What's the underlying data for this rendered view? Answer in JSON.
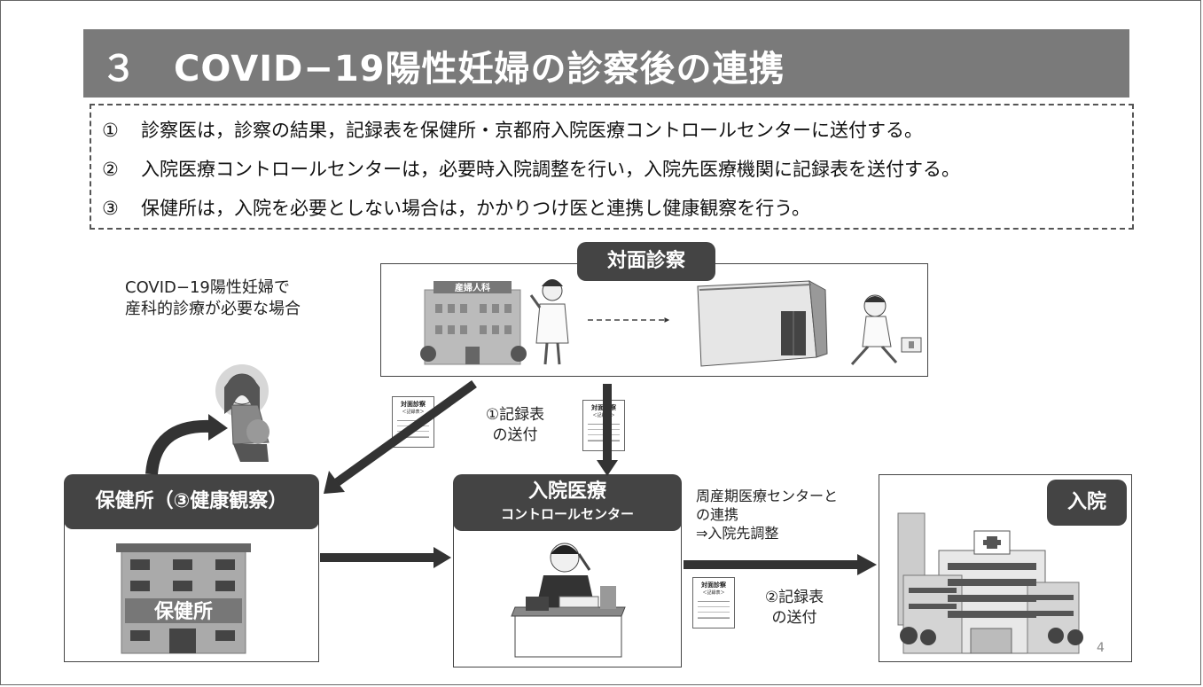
{
  "title": "３　COVID−19陽性妊婦の診察後の連携",
  "points": [
    {
      "num": "①",
      "text": "診察医は，診察の結果，記録表を保健所・京都府入院医療コントロールセンターに送付する。"
    },
    {
      "num": "②",
      "text": "入院医療コントロールセンターは，必要時入院調整を行い，入院先医療機関に記録表を送付する。"
    },
    {
      "num": "③",
      "text": "保健所は，入院を必要としない場合は，かかりつけ医と連携し健康観察を行う。"
    }
  ],
  "case_note": "COVID−19陽性妊婦で産科的診療が必要な場合",
  "face_to_face": {
    "label": "対面診察",
    "clinic_sign": "産婦人科"
  },
  "record_form": {
    "title": "対面診察",
    "subtitle": "＜記録表＞"
  },
  "send_record_1": {
    "line1": "①記録表",
    "line2": "の送付"
  },
  "health_center": {
    "label": "保健所（③健康観察）",
    "sign": "保健所"
  },
  "control_center": {
    "label_line1": "入院医療",
    "label_line2": "コントロールセンター"
  },
  "coordination": {
    "line1": "周産期医療センターと",
    "line2": "の連携",
    "line3": "⇒入院先調整"
  },
  "send_record_2": {
    "line1": "②記録表",
    "line2": "の送付"
  },
  "hospital": {
    "label": "入院"
  },
  "page_number": "4"
}
